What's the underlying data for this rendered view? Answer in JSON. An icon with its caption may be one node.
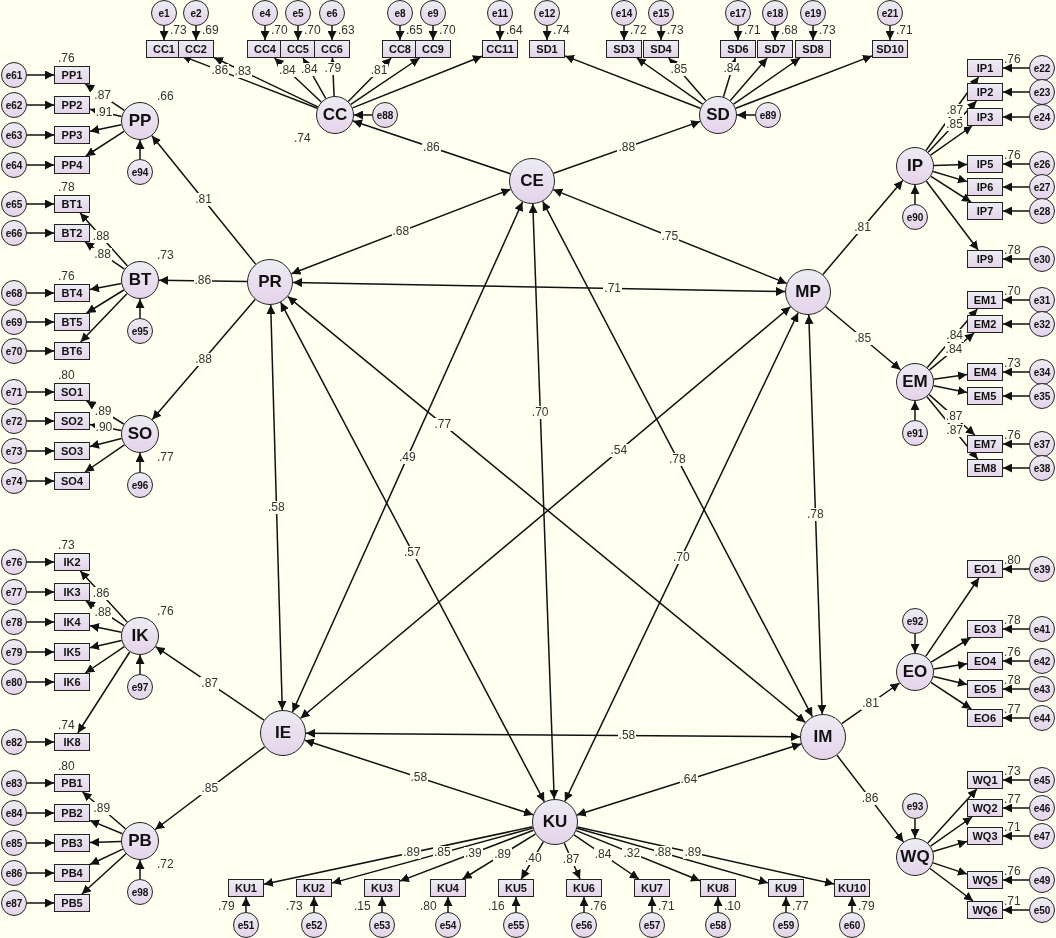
{
  "diagram": {
    "nodes": [
      {
        "text": [
          "CE"
        ]
      },
      {
        "text": [
          "PR"
        ]
      },
      {
        "text": [
          "MP"
        ]
      },
      {
        "text": [
          "IE"
        ]
      },
      {
        "text": [
          "IM"
        ]
      },
      {
        "text": [
          "KU"
        ]
      },
      {
        "text": [
          "CC"
        ],
        "beside": [
          ".74"
        ]
      },
      {
        "text": [
          "SD"
        ]
      },
      {
        "text": [
          "PP"
        ],
        "beside": [
          ".66"
        ]
      },
      {
        "text": [
          "BT"
        ],
        "beside": [
          ".73"
        ]
      },
      {
        "text": [
          "SO"
        ],
        "beside": [
          ".77"
        ]
      },
      {
        "text": [
          "IP"
        ]
      },
      {
        "text": [
          "EM"
        ]
      },
      {
        "text": [
          "IK"
        ],
        "beside": [
          ".76"
        ]
      },
      {
        "text": [
          "PB"
        ],
        "beside": [
          ".72"
        ]
      },
      {
        "text": [
          "EO"
        ]
      },
      {
        "text": [
          "WQ"
        ]
      },
      {
        "text": [
          "e88"
        ]
      },
      {
        "text": [
          "e89"
        ]
      },
      {
        "text": [
          "e94"
        ]
      },
      {
        "text": [
          "e95"
        ]
      },
      {
        "text": [
          "e96"
        ]
      },
      {
        "text": [
          "e90"
        ]
      },
      {
        "text": [
          "e91"
        ]
      },
      {
        "text": [
          "e97"
        ]
      },
      {
        "text": [
          "e98"
        ]
      },
      {
        "text": [
          "e92"
        ]
      },
      {
        "text": [
          "e93"
        ]
      },
      {
        "text": [
          "CC1"
        ],
        "beside": [
          ".73"
        ]
      },
      {
        "text": [
          "e1"
        ]
      },
      {
        "text": [
          "CC2"
        ],
        "beside": [
          ".69"
        ]
      },
      {
        "text": [
          "e2"
        ]
      },
      {
        "text": [
          "CC4"
        ],
        "beside": [
          ".70"
        ]
      },
      {
        "text": [
          "e4"
        ]
      },
      {
        "text": [
          "CC5"
        ],
        "beside": [
          ".70"
        ]
      },
      {
        "text": [
          "e5"
        ]
      },
      {
        "text": [
          "CC6"
        ],
        "beside": [
          ".63"
        ]
      },
      {
        "text": [
          "e6"
        ]
      },
      {
        "text": [
          "CC8"
        ],
        "beside": [
          ".65"
        ]
      },
      {
        "text": [
          "e8"
        ]
      },
      {
        "text": [
          "CC9"
        ],
        "beside": [
          ".70"
        ]
      },
      {
        "text": [
          "e9"
        ]
      },
      {
        "text": [
          "CC11"
        ],
        "beside": [
          ".64"
        ]
      },
      {
        "text": [
          "e11"
        ]
      },
      {
        "text": [
          "SD1"
        ],
        "beside": [
          ".74"
        ]
      },
      {
        "text": [
          "e12"
        ]
      },
      {
        "text": [
          "SD3"
        ],
        "beside": [
          ".72"
        ]
      },
      {
        "text": [
          "e14"
        ]
      },
      {
        "text": [
          "SD4"
        ],
        "beside": [
          ".73"
        ]
      },
      {
        "text": [
          "e15"
        ]
      },
      {
        "text": [
          "SD6"
        ],
        "beside": [
          ".71"
        ]
      },
      {
        "text": [
          "e17"
        ]
      },
      {
        "text": [
          "SD7"
        ],
        "beside": [
          ".68"
        ]
      },
      {
        "text": [
          "e18"
        ]
      },
      {
        "text": [
          "SD8"
        ],
        "beside": [
          ".73"
        ]
      },
      {
        "text": [
          "e19"
        ]
      },
      {
        "text": [
          "SD10"
        ],
        "beside": [
          ".71"
        ]
      },
      {
        "text": [
          "e21"
        ]
      },
      {
        "text": [
          "PP1"
        ],
        "beside": [
          ".76"
        ]
      },
      {
        "text": [
          "e61"
        ]
      },
      {
        "text": [
          "PP2"
        ]
      },
      {
        "text": [
          "e62"
        ]
      },
      {
        "text": [
          "PP3"
        ]
      },
      {
        "text": [
          "e63"
        ]
      },
      {
        "text": [
          "PP4"
        ]
      },
      {
        "text": [
          "e64"
        ]
      },
      {
        "text": [
          "BT1"
        ],
        "beside": [
          ".78"
        ]
      },
      {
        "text": [
          "e65"
        ]
      },
      {
        "text": [
          "BT2"
        ]
      },
      {
        "text": [
          "e66"
        ]
      },
      {
        "text": [
          "BT4"
        ],
        "beside": [
          ".76"
        ]
      },
      {
        "text": [
          "e68"
        ]
      },
      {
        "text": [
          "BT5"
        ]
      },
      {
        "text": [
          "e69"
        ]
      },
      {
        "text": [
          "BT6"
        ]
      },
      {
        "text": [
          "e70"
        ]
      },
      {
        "text": [
          "SO1"
        ],
        "beside": [
          ".80"
        ]
      },
      {
        "text": [
          "e71"
        ]
      },
      {
        "text": [
          "SO2"
        ]
      },
      {
        "text": [
          "e72"
        ]
      },
      {
        "text": [
          "SO3"
        ]
      },
      {
        "text": [
          "e73"
        ]
      },
      {
        "text": [
          "SO4"
        ]
      },
      {
        "text": [
          "e74"
        ]
      },
      {
        "text": [
          "IP1"
        ],
        "beside": [
          ".76"
        ]
      },
      {
        "text": [
          "e22"
        ]
      },
      {
        "text": [
          "IP2"
        ]
      },
      {
        "text": [
          "e23"
        ]
      },
      {
        "text": [
          "IP3"
        ]
      },
      {
        "text": [
          "e24"
        ]
      },
      {
        "text": [
          "IP5"
        ],
        "beside": [
          ".76"
        ]
      },
      {
        "text": [
          "e26"
        ]
      },
      {
        "text": [
          "IP6"
        ]
      },
      {
        "text": [
          "e27"
        ]
      },
      {
        "text": [
          "IP7"
        ]
      },
      {
        "text": [
          "e28"
        ]
      },
      {
        "text": [
          "IP9"
        ],
        "beside": [
          ".78"
        ]
      },
      {
        "text": [
          "e30"
        ]
      },
      {
        "text": [
          "EM1"
        ],
        "beside": [
          ".70"
        ]
      },
      {
        "text": [
          "e31"
        ]
      },
      {
        "text": [
          "EM2"
        ]
      },
      {
        "text": [
          "e32"
        ]
      },
      {
        "text": [
          "EM4"
        ],
        "beside": [
          ".73"
        ]
      },
      {
        "text": [
          "e34"
        ]
      },
      {
        "text": [
          "EM5"
        ]
      },
      {
        "text": [
          "e35"
        ]
      },
      {
        "text": [
          "EM7"
        ],
        "beside": [
          ".76"
        ]
      },
      {
        "text": [
          "e37"
        ]
      },
      {
        "text": [
          "EM8"
        ]
      },
      {
        "text": [
          "e38"
        ]
      },
      {
        "text": [
          "IK2"
        ],
        "beside": [
          ".73"
        ]
      },
      {
        "text": [
          "e76"
        ]
      },
      {
        "text": [
          "IK3"
        ]
      },
      {
        "text": [
          "e77"
        ]
      },
      {
        "text": [
          "IK4"
        ]
      },
      {
        "text": [
          "e78"
        ]
      },
      {
        "text": [
          "IK5"
        ]
      },
      {
        "text": [
          "e79"
        ]
      },
      {
        "text": [
          "IK6"
        ]
      },
      {
        "text": [
          "e80"
        ]
      },
      {
        "text": [
          "IK8"
        ],
        "beside": [
          ".74"
        ]
      },
      {
        "text": [
          "e82"
        ]
      },
      {
        "text": [
          "PB1"
        ],
        "beside": [
          ".80"
        ]
      },
      {
        "text": [
          "e83"
        ]
      },
      {
        "text": [
          "PB2"
        ]
      },
      {
        "text": [
          "e84"
        ]
      },
      {
        "text": [
          "PB3"
        ]
      },
      {
        "text": [
          "e85"
        ]
      },
      {
        "text": [
          "PB4"
        ]
      },
      {
        "text": [
          "e86"
        ]
      },
      {
        "text": [
          "PB5"
        ]
      },
      {
        "text": [
          "e87"
        ]
      },
      {
        "text": [
          "EO1"
        ],
        "beside": [
          ".80"
        ]
      },
      {
        "text": [
          "e39"
        ]
      },
      {
        "text": [
          "EO3"
        ],
        "beside": [
          ".78"
        ]
      },
      {
        "text": [
          "e41"
        ]
      },
      {
        "text": [
          "EO4"
        ],
        "beside": [
          ".76"
        ]
      },
      {
        "text": [
          "e42"
        ]
      },
      {
        "text": [
          "EO5"
        ],
        "beside": [
          ".78"
        ]
      },
      {
        "text": [
          "e43"
        ]
      },
      {
        "text": [
          "EO6"
        ],
        "beside": [
          ".77"
        ]
      },
      {
        "text": [
          "e44"
        ]
      },
      {
        "text": [
          "WQ1"
        ],
        "beside": [
          ".73"
        ]
      },
      {
        "text": [
          "e45"
        ]
      },
      {
        "text": [
          "WQ2"
        ],
        "beside": [
          ".77"
        ]
      },
      {
        "text": [
          "e46"
        ]
      },
      {
        "text": [
          "WQ3"
        ],
        "beside": [
          ".71"
        ]
      },
      {
        "text": [
          "e47"
        ]
      },
      {
        "text": [
          "WQ5"
        ],
        "beside": [
          ".76"
        ]
      },
      {
        "text": [
          "e49"
        ]
      },
      {
        "text": [
          "WQ6"
        ],
        "beside": [
          ".71"
        ]
      },
      {
        "text": [
          "e50"
        ]
      },
      {
        "text": [
          "KU1"
        ],
        "beside": [
          ".79"
        ]
      },
      {
        "text": [
          "e51"
        ]
      },
      {
        "text": [
          "KU2"
        ],
        "beside": [
          ".73"
        ]
      },
      {
        "text": [
          "e52"
        ]
      },
      {
        "text": [
          "KU3"
        ],
        "beside": [
          ".15"
        ]
      },
      {
        "text": [
          "e53"
        ]
      },
      {
        "text": [
          "KU4"
        ],
        "beside": [
          ".80"
        ]
      },
      {
        "text": [
          "e54"
        ]
      },
      {
        "text": [
          "KU5"
        ],
        "beside": [
          ".16"
        ]
      },
      {
        "text": [
          "e55"
        ]
      },
      {
        "text": [
          "KU6"
        ],
        "beside": [
          ".76"
        ]
      },
      {
        "text": [
          "e56"
        ]
      },
      {
        "text": [
          "KU7"
        ],
        "beside": [
          ".71"
        ]
      },
      {
        "text": [
          "e57"
        ]
      },
      {
        "text": [
          "KU8"
        ],
        "beside": [
          ".10"
        ]
      },
      {
        "text": [
          "e58"
        ]
      },
      {
        "text": [
          "KU9"
        ],
        "beside": [
          ".77"
        ]
      },
      {
        "text": [
          "e59"
        ]
      },
      {
        "text": [
          "KU10"
        ],
        "beside": [
          ".79"
        ]
      },
      {
        "text": [
          "e60"
        ]
      }
    ],
    "edges": [
      {
        "from": 0,
        "to": 6,
        "arrow": "to",
        "label": ".86"
      },
      {
        "from": 0,
        "to": 7,
        "arrow": "to",
        "label": ".88"
      },
      {
        "from": 1,
        "to": 8,
        "arrow": "to",
        "label": ".81"
      },
      {
        "from": 1,
        "to": 9,
        "arrow": "to",
        "label": ".86"
      },
      {
        "from": 1,
        "to": 10,
        "arrow": "to",
        "label": ".88"
      },
      {
        "from": 2,
        "to": 11,
        "arrow": "to",
        "label": ".81"
      },
      {
        "from": 2,
        "to": 12,
        "arrow": "to",
        "label": ".85"
      },
      {
        "from": 3,
        "to": 13,
        "arrow": "to",
        "label": ".87"
      },
      {
        "from": 3,
        "to": 14,
        "arrow": "to",
        "label": ".85"
      },
      {
        "from": 4,
        "to": 15,
        "arrow": "to",
        "label": ".81"
      },
      {
        "from": 4,
        "to": 16,
        "arrow": "to",
        "label": ".86"
      },
      {
        "from": 0,
        "to": 1,
        "arrow": "both",
        "label": ".68"
      },
      {
        "from": 0,
        "to": 2,
        "arrow": "both",
        "label": ".75"
      },
      {
        "from": 1,
        "to": 2,
        "arrow": "both",
        "label": ".71"
      },
      {
        "from": 0,
        "to": 3,
        "arrow": "both",
        "label": ".49"
      },
      {
        "from": 0,
        "to": 5,
        "arrow": "both",
        "label": ".70"
      },
      {
        "from": 0,
        "to": 4,
        "arrow": "both",
        "label": ".78"
      },
      {
        "from": 1,
        "to": 3,
        "arrow": "both",
        "label": ".58"
      },
      {
        "from": 1,
        "to": 5,
        "arrow": "both",
        "label": ".57"
      },
      {
        "from": 1,
        "to": 4,
        "arrow": "both",
        "label": ".77"
      },
      {
        "from": 2,
        "to": 3,
        "arrow": "both",
        "label": ".54"
      },
      {
        "from": 2,
        "to": 5,
        "arrow": "both",
        "label": ".70"
      },
      {
        "from": 2,
        "to": 4,
        "arrow": "both",
        "label": ".78"
      },
      {
        "from": 3,
        "to": 4,
        "arrow": "both",
        "label": ".58"
      },
      {
        "from": 3,
        "to": 5,
        "arrow": "both",
        "label": ".58"
      },
      {
        "from": 5,
        "to": 4,
        "arrow": "both",
        "label": ".64"
      },
      {
        "from": 17,
        "to": 6,
        "arrow": "to"
      },
      {
        "from": 18,
        "to": 7,
        "arrow": "to"
      },
      {
        "from": 19,
        "to": 8,
        "arrow": "to"
      },
      {
        "from": 20,
        "to": 9,
        "arrow": "to"
      },
      {
        "from": 21,
        "to": 10,
        "arrow": "to"
      },
      {
        "from": 22,
        "to": 11,
        "arrow": "to"
      },
      {
        "from": 23,
        "to": 12,
        "arrow": "to"
      },
      {
        "from": 24,
        "to": 13,
        "arrow": "to"
      },
      {
        "from": 25,
        "to": 14,
        "arrow": "to"
      },
      {
        "from": 26,
        "to": 15,
        "arrow": "to"
      },
      {
        "from": 27,
        "to": 16,
        "arrow": "to"
      },
      {
        "from": 6,
        "to": 28,
        "arrow": "to",
        "label": ".86"
      },
      {
        "from": 29,
        "to": 28,
        "arrow": "to"
      },
      {
        "from": 6,
        "to": 30,
        "arrow": "to",
        "label": ".83"
      },
      {
        "from": 31,
        "to": 30,
        "arrow": "to"
      },
      {
        "from": 6,
        "to": 32,
        "arrow": "to",
        "label": ".84"
      },
      {
        "from": 33,
        "to": 32,
        "arrow": "to"
      },
      {
        "from": 6,
        "to": 34,
        "arrow": "to",
        "label": ".84"
      },
      {
        "from": 35,
        "to": 34,
        "arrow": "to"
      },
      {
        "from": 6,
        "to": 36,
        "arrow": "to",
        "label": ".79"
      },
      {
        "from": 37,
        "to": 36,
        "arrow": "to"
      },
      {
        "from": 6,
        "to": 38,
        "arrow": "to",
        "label": ".81"
      },
      {
        "from": 39,
        "to": 38,
        "arrow": "to"
      },
      {
        "from": 6,
        "to": 40,
        "arrow": "to"
      },
      {
        "from": 41,
        "to": 40,
        "arrow": "to"
      },
      {
        "from": 6,
        "to": 42,
        "arrow": "to"
      },
      {
        "from": 43,
        "to": 42,
        "arrow": "to"
      },
      {
        "from": 7,
        "to": 44,
        "arrow": "to"
      },
      {
        "from": 45,
        "to": 44,
        "arrow": "to"
      },
      {
        "from": 7,
        "to": 46,
        "arrow": "to"
      },
      {
        "from": 47,
        "to": 46,
        "arrow": "to"
      },
      {
        "from": 7,
        "to": 48,
        "arrow": "to",
        "label": ".85"
      },
      {
        "from": 49,
        "to": 48,
        "arrow": "to"
      },
      {
        "from": 7,
        "to": 50,
        "arrow": "to",
        "label": ".84"
      },
      {
        "from": 51,
        "to": 50,
        "arrow": "to"
      },
      {
        "from": 7,
        "to": 52,
        "arrow": "to"
      },
      {
        "from": 53,
        "to": 52,
        "arrow": "to"
      },
      {
        "from": 7,
        "to": 54,
        "arrow": "to"
      },
      {
        "from": 55,
        "to": 54,
        "arrow": "to"
      },
      {
        "from": 7,
        "to": 56,
        "arrow": "to"
      },
      {
        "from": 57,
        "to": 56,
        "arrow": "to"
      },
      {
        "from": 8,
        "to": 58,
        "arrow": "to",
        "label": ".87"
      },
      {
        "from": 59,
        "to": 58,
        "arrow": "to"
      },
      {
        "from": 8,
        "to": 60,
        "arrow": "to",
        "label": ".91"
      },
      {
        "from": 61,
        "to": 60,
        "arrow": "to"
      },
      {
        "from": 8,
        "to": 62,
        "arrow": "to"
      },
      {
        "from": 63,
        "to": 62,
        "arrow": "to"
      },
      {
        "from": 8,
        "to": 64,
        "arrow": "to"
      },
      {
        "from": 65,
        "to": 64,
        "arrow": "to"
      },
      {
        "from": 9,
        "to": 66,
        "arrow": "to",
        "label": ".88"
      },
      {
        "from": 67,
        "to": 66,
        "arrow": "to"
      },
      {
        "from": 9,
        "to": 68,
        "arrow": "to",
        "label": ".88"
      },
      {
        "from": 69,
        "to": 68,
        "arrow": "to"
      },
      {
        "from": 9,
        "to": 70,
        "arrow": "to"
      },
      {
        "from": 71,
        "to": 70,
        "arrow": "to"
      },
      {
        "from": 9,
        "to": 72,
        "arrow": "to"
      },
      {
        "from": 73,
        "to": 72,
        "arrow": "to"
      },
      {
        "from": 9,
        "to": 74,
        "arrow": "to"
      },
      {
        "from": 75,
        "to": 74,
        "arrow": "to"
      },
      {
        "from": 10,
        "to": 76,
        "arrow": "to",
        "label": ".89"
      },
      {
        "from": 77,
        "to": 76,
        "arrow": "to"
      },
      {
        "from": 10,
        "to": 78,
        "arrow": "to",
        "label": ".90"
      },
      {
        "from": 79,
        "to": 78,
        "arrow": "to"
      },
      {
        "from": 10,
        "to": 80,
        "arrow": "to"
      },
      {
        "from": 81,
        "to": 80,
        "arrow": "to"
      },
      {
        "from": 10,
        "to": 82,
        "arrow": "to"
      },
      {
        "from": 83,
        "to": 82,
        "arrow": "to"
      },
      {
        "from": 11,
        "to": 84,
        "arrow": "to",
        "label": ".87"
      },
      {
        "from": 85,
        "to": 84,
        "arrow": "to"
      },
      {
        "from": 11,
        "to": 86,
        "arrow": "to",
        "label": ".85"
      },
      {
        "from": 87,
        "to": 86,
        "arrow": "to"
      },
      {
        "from": 11,
        "to": 88,
        "arrow": "to"
      },
      {
        "from": 89,
        "to": 88,
        "arrow": "to"
      },
      {
        "from": 11,
        "to": 90,
        "arrow": "to"
      },
      {
        "from": 91,
        "to": 90,
        "arrow": "to"
      },
      {
        "from": 11,
        "to": 92,
        "arrow": "to"
      },
      {
        "from": 93,
        "to": 92,
        "arrow": "to"
      },
      {
        "from": 11,
        "to": 94,
        "arrow": "to"
      },
      {
        "from": 95,
        "to": 94,
        "arrow": "to"
      },
      {
        "from": 11,
        "to": 96,
        "arrow": "to"
      },
      {
        "from": 97,
        "to": 96,
        "arrow": "to"
      },
      {
        "from": 12,
        "to": 98,
        "arrow": "to",
        "label": ".84"
      },
      {
        "from": 99,
        "to": 98,
        "arrow": "to"
      },
      {
        "from": 12,
        "to": 100,
        "arrow": "to",
        "label": ".84"
      },
      {
        "from": 101,
        "to": 100,
        "arrow": "to"
      },
      {
        "from": 12,
        "to": 102,
        "arrow": "to"
      },
      {
        "from": 103,
        "to": 102,
        "arrow": "to"
      },
      {
        "from": 12,
        "to": 104,
        "arrow": "to"
      },
      {
        "from": 105,
        "to": 104,
        "arrow": "to"
      },
      {
        "from": 12,
        "to": 106,
        "arrow": "to",
        "label": ".87"
      },
      {
        "from": 107,
        "to": 106,
        "arrow": "to"
      },
      {
        "from": 12,
        "to": 108,
        "arrow": "to",
        "label": ".87"
      },
      {
        "from": 109,
        "to": 108,
        "arrow": "to"
      },
      {
        "from": 13,
        "to": 110,
        "arrow": "to",
        "label": ".86"
      },
      {
        "from": 111,
        "to": 110,
        "arrow": "to"
      },
      {
        "from": 13,
        "to": 112,
        "arrow": "to",
        "label": ".88"
      },
      {
        "from": 113,
        "to": 112,
        "arrow": "to"
      },
      {
        "from": 13,
        "to": 114,
        "arrow": "to"
      },
      {
        "from": 115,
        "to": 114,
        "arrow": "to"
      },
      {
        "from": 13,
        "to": 116,
        "arrow": "to"
      },
      {
        "from": 117,
        "to": 116,
        "arrow": "to"
      },
      {
        "from": 13,
        "to": 118,
        "arrow": "to"
      },
      {
        "from": 119,
        "to": 118,
        "arrow": "to"
      },
      {
        "from": 13,
        "to": 120,
        "arrow": "to"
      },
      {
        "from": 121,
        "to": 120,
        "arrow": "to"
      },
      {
        "from": 14,
        "to": 122,
        "arrow": "to",
        "label": ".89"
      },
      {
        "from": 123,
        "to": 122,
        "arrow": "to"
      },
      {
        "from": 14,
        "to": 124,
        "arrow": "to"
      },
      {
        "from": 125,
        "to": 124,
        "arrow": "to"
      },
      {
        "from": 14,
        "to": 126,
        "arrow": "to"
      },
      {
        "from": 127,
        "to": 126,
        "arrow": "to"
      },
      {
        "from": 14,
        "to": 128,
        "arrow": "to"
      },
      {
        "from": 129,
        "to": 128,
        "arrow": "to"
      },
      {
        "from": 14,
        "to": 130,
        "arrow": "to"
      },
      {
        "from": 131,
        "to": 130,
        "arrow": "to"
      },
      {
        "from": 15,
        "to": 132,
        "arrow": "to"
      },
      {
        "from": 133,
        "to": 132,
        "arrow": "to"
      },
      {
        "from": 15,
        "to": 134,
        "arrow": "to"
      },
      {
        "from": 135,
        "to": 134,
        "arrow": "to"
      },
      {
        "from": 15,
        "to": 136,
        "arrow": "to"
      },
      {
        "from": 137,
        "to": 136,
        "arrow": "to"
      },
      {
        "from": 15,
        "to": 138,
        "arrow": "to"
      },
      {
        "from": 139,
        "to": 138,
        "arrow": "to"
      },
      {
        "from": 15,
        "to": 140,
        "arrow": "to"
      },
      {
        "from": 141,
        "to": 140,
        "arrow": "to"
      },
      {
        "from": 16,
        "to": 142,
        "arrow": "to"
      },
      {
        "from": 143,
        "to": 142,
        "arrow": "to"
      },
      {
        "from": 16,
        "to": 144,
        "arrow": "to"
      },
      {
        "from": 145,
        "to": 144,
        "arrow": "to"
      },
      {
        "from": 16,
        "to": 146,
        "arrow": "to"
      },
      {
        "from": 147,
        "to": 146,
        "arrow": "to"
      },
      {
        "from": 16,
        "to": 148,
        "arrow": "to"
      },
      {
        "from": 149,
        "to": 148,
        "arrow": "to"
      },
      {
        "from": 16,
        "to": 150,
        "arrow": "to"
      },
      {
        "from": 151,
        "to": 150,
        "arrow": "to"
      },
      {
        "from": 5,
        "to": 152,
        "arrow": "to",
        "label": ".89"
      },
      {
        "from": 153,
        "to": 152,
        "arrow": "to"
      },
      {
        "from": 5,
        "to": 154,
        "arrow": "to",
        "label": ".85"
      },
      {
        "from": 155,
        "to": 154,
        "arrow": "to"
      },
      {
        "from": 5,
        "to": 156,
        "arrow": "to",
        "label": ".39"
      },
      {
        "from": 157,
        "to": 156,
        "arrow": "to"
      },
      {
        "from": 5,
        "to": 158,
        "arrow": "to",
        "label": ".89"
      },
      {
        "from": 159,
        "to": 158,
        "arrow": "to"
      },
      {
        "from": 5,
        "to": 160,
        "arrow": "to",
        "label": ".40"
      },
      {
        "from": 161,
        "to": 160,
        "arrow": "to"
      },
      {
        "from": 5,
        "to": 162,
        "arrow": "to",
        "label": ".87"
      },
      {
        "from": 163,
        "to": 162,
        "arrow": "to"
      },
      {
        "from": 5,
        "to": 164,
        "arrow": "to",
        "label": ".84"
      },
      {
        "from": 165,
        "to": 164,
        "arrow": "to"
      },
      {
        "from": 5,
        "to": 166,
        "arrow": "to",
        "label": ".32"
      },
      {
        "from": 167,
        "to": 166,
        "arrow": "to"
      },
      {
        "from": 5,
        "to": 168,
        "arrow": "to",
        "label": ".88"
      },
      {
        "from": 169,
        "to": 168,
        "arrow": "to"
      },
      {
        "from": 5,
        "to": 170,
        "arrow": "to",
        "label": ".89"
      },
      {
        "from": 171,
        "to": 170,
        "arrow": "to"
      }
    ]
  }
}
